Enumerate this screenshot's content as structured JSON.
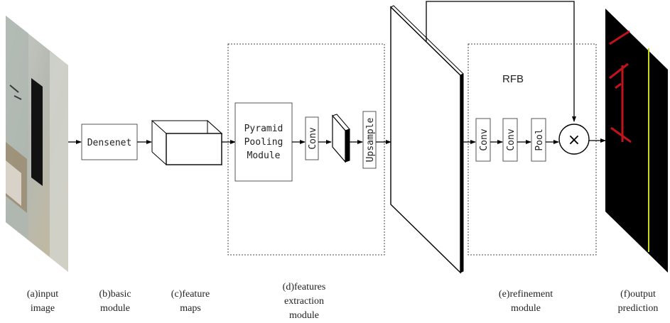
{
  "diagram": {
    "blocks": {
      "densenet": "Densenet",
      "ppm": [
        "Pyramid",
        "Pooling",
        "Module"
      ],
      "conv": "Conv",
      "upsample": "Upsample",
      "rfb_title": "RFB",
      "rfb_conv1": "Conv",
      "rfb_conv2": "Conv",
      "rfb_pool": "Pool",
      "multiply": "×"
    },
    "captions": {
      "a": [
        "(a)input",
        "image"
      ],
      "b": [
        "(b)basic",
        "module"
      ],
      "c": [
        "(c)feature",
        "maps"
      ],
      "d": [
        "(d)features",
        "extraction",
        "module"
      ],
      "e": [
        "(e)refinement",
        "module"
      ],
      "f": [
        "(f)output",
        "prediction"
      ]
    }
  }
}
